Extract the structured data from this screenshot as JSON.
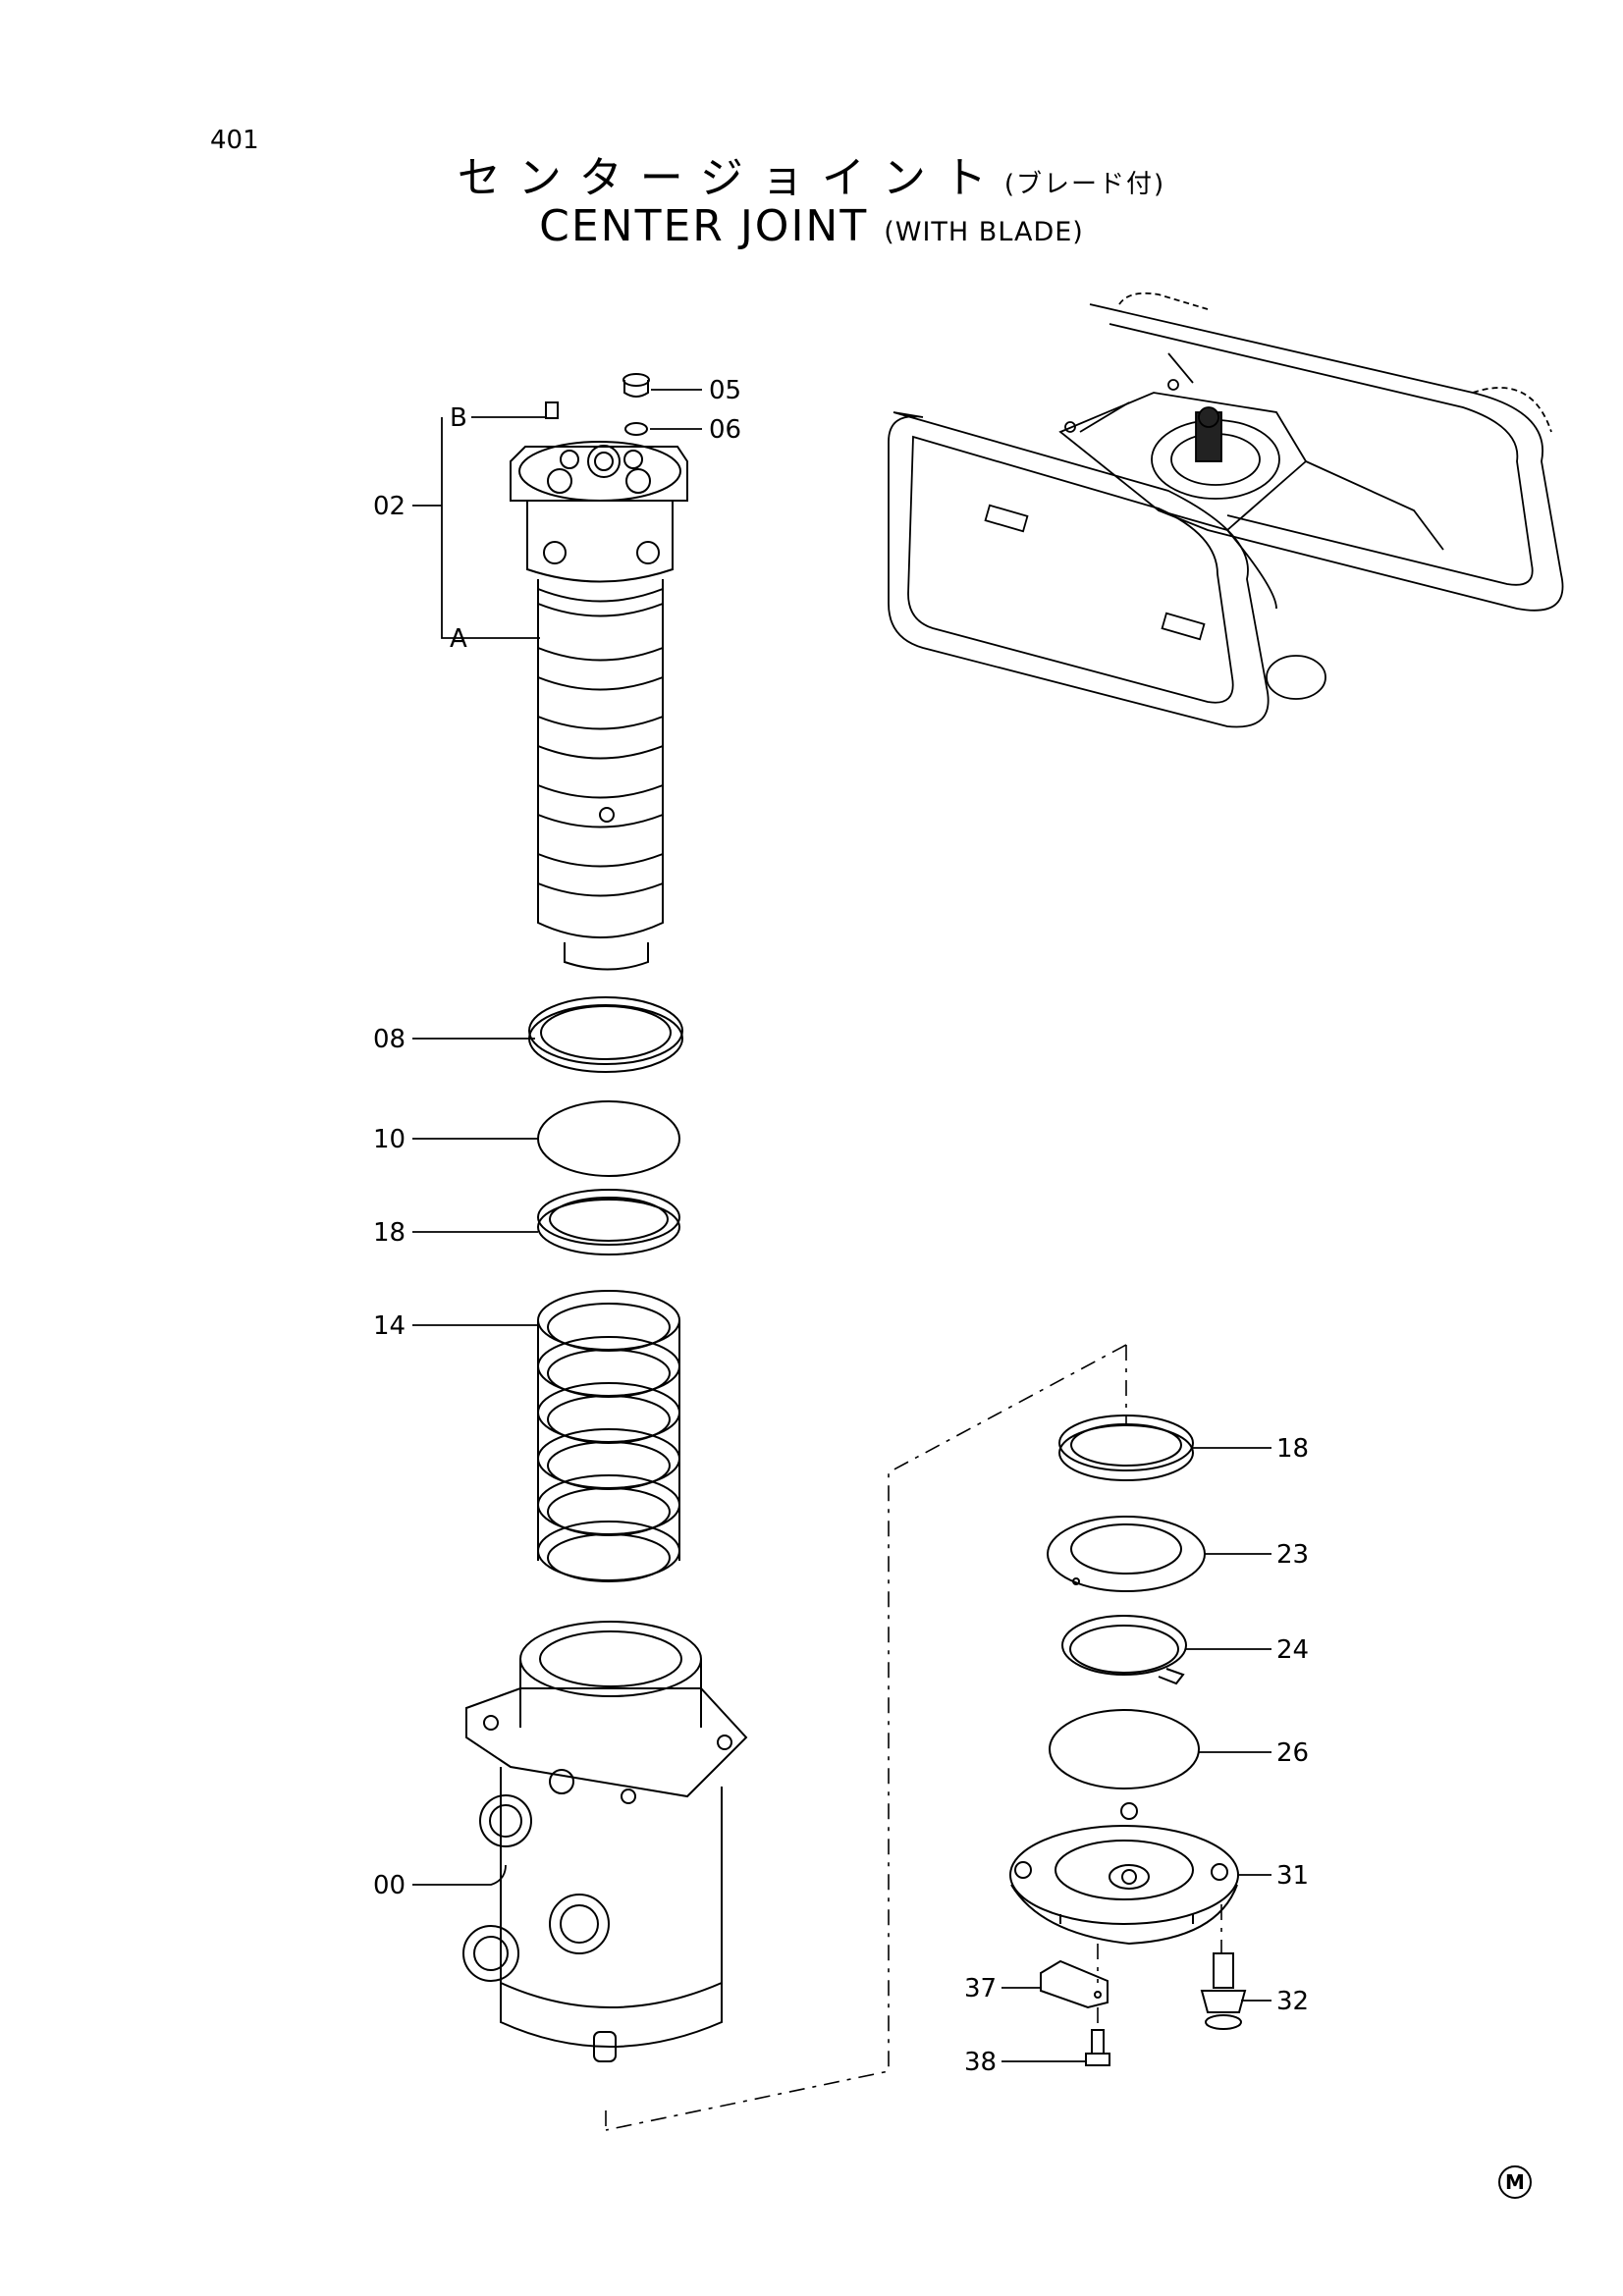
{
  "page_number": "401",
  "title_jp": "センタージョイント",
  "title_jp_sub": "(ブレード付)",
  "title_en": "CENTER JOINT",
  "title_en_sub": "(WITH BLADE)",
  "corner_mark": "M",
  "callouts": {
    "c05": "05",
    "c06": "06",
    "cB": "B",
    "c02": "02",
    "cA": "A",
    "c08": "08",
    "c10": "10",
    "c18a": "18",
    "c14": "14",
    "c00": "00",
    "c18b": "18",
    "c23": "23",
    "c24": "24",
    "c26": "26",
    "c31": "31",
    "c32": "32",
    "c37": "37",
    "c38": "38"
  }
}
